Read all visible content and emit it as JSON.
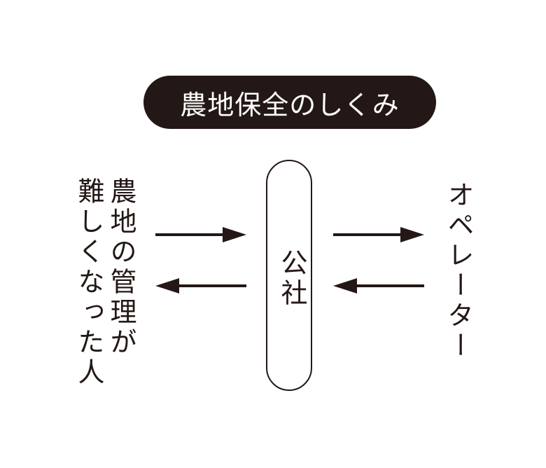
{
  "title": "農地保全のしくみ",
  "left_party": "難しくなった人",
  "left_party_full": [
    "農地の管理が",
    "難しくなった人"
  ],
  "center_party": "公社",
  "right_party": "オペレーター",
  "colors": {
    "ink": "#231815",
    "background": "#ffffff"
  }
}
